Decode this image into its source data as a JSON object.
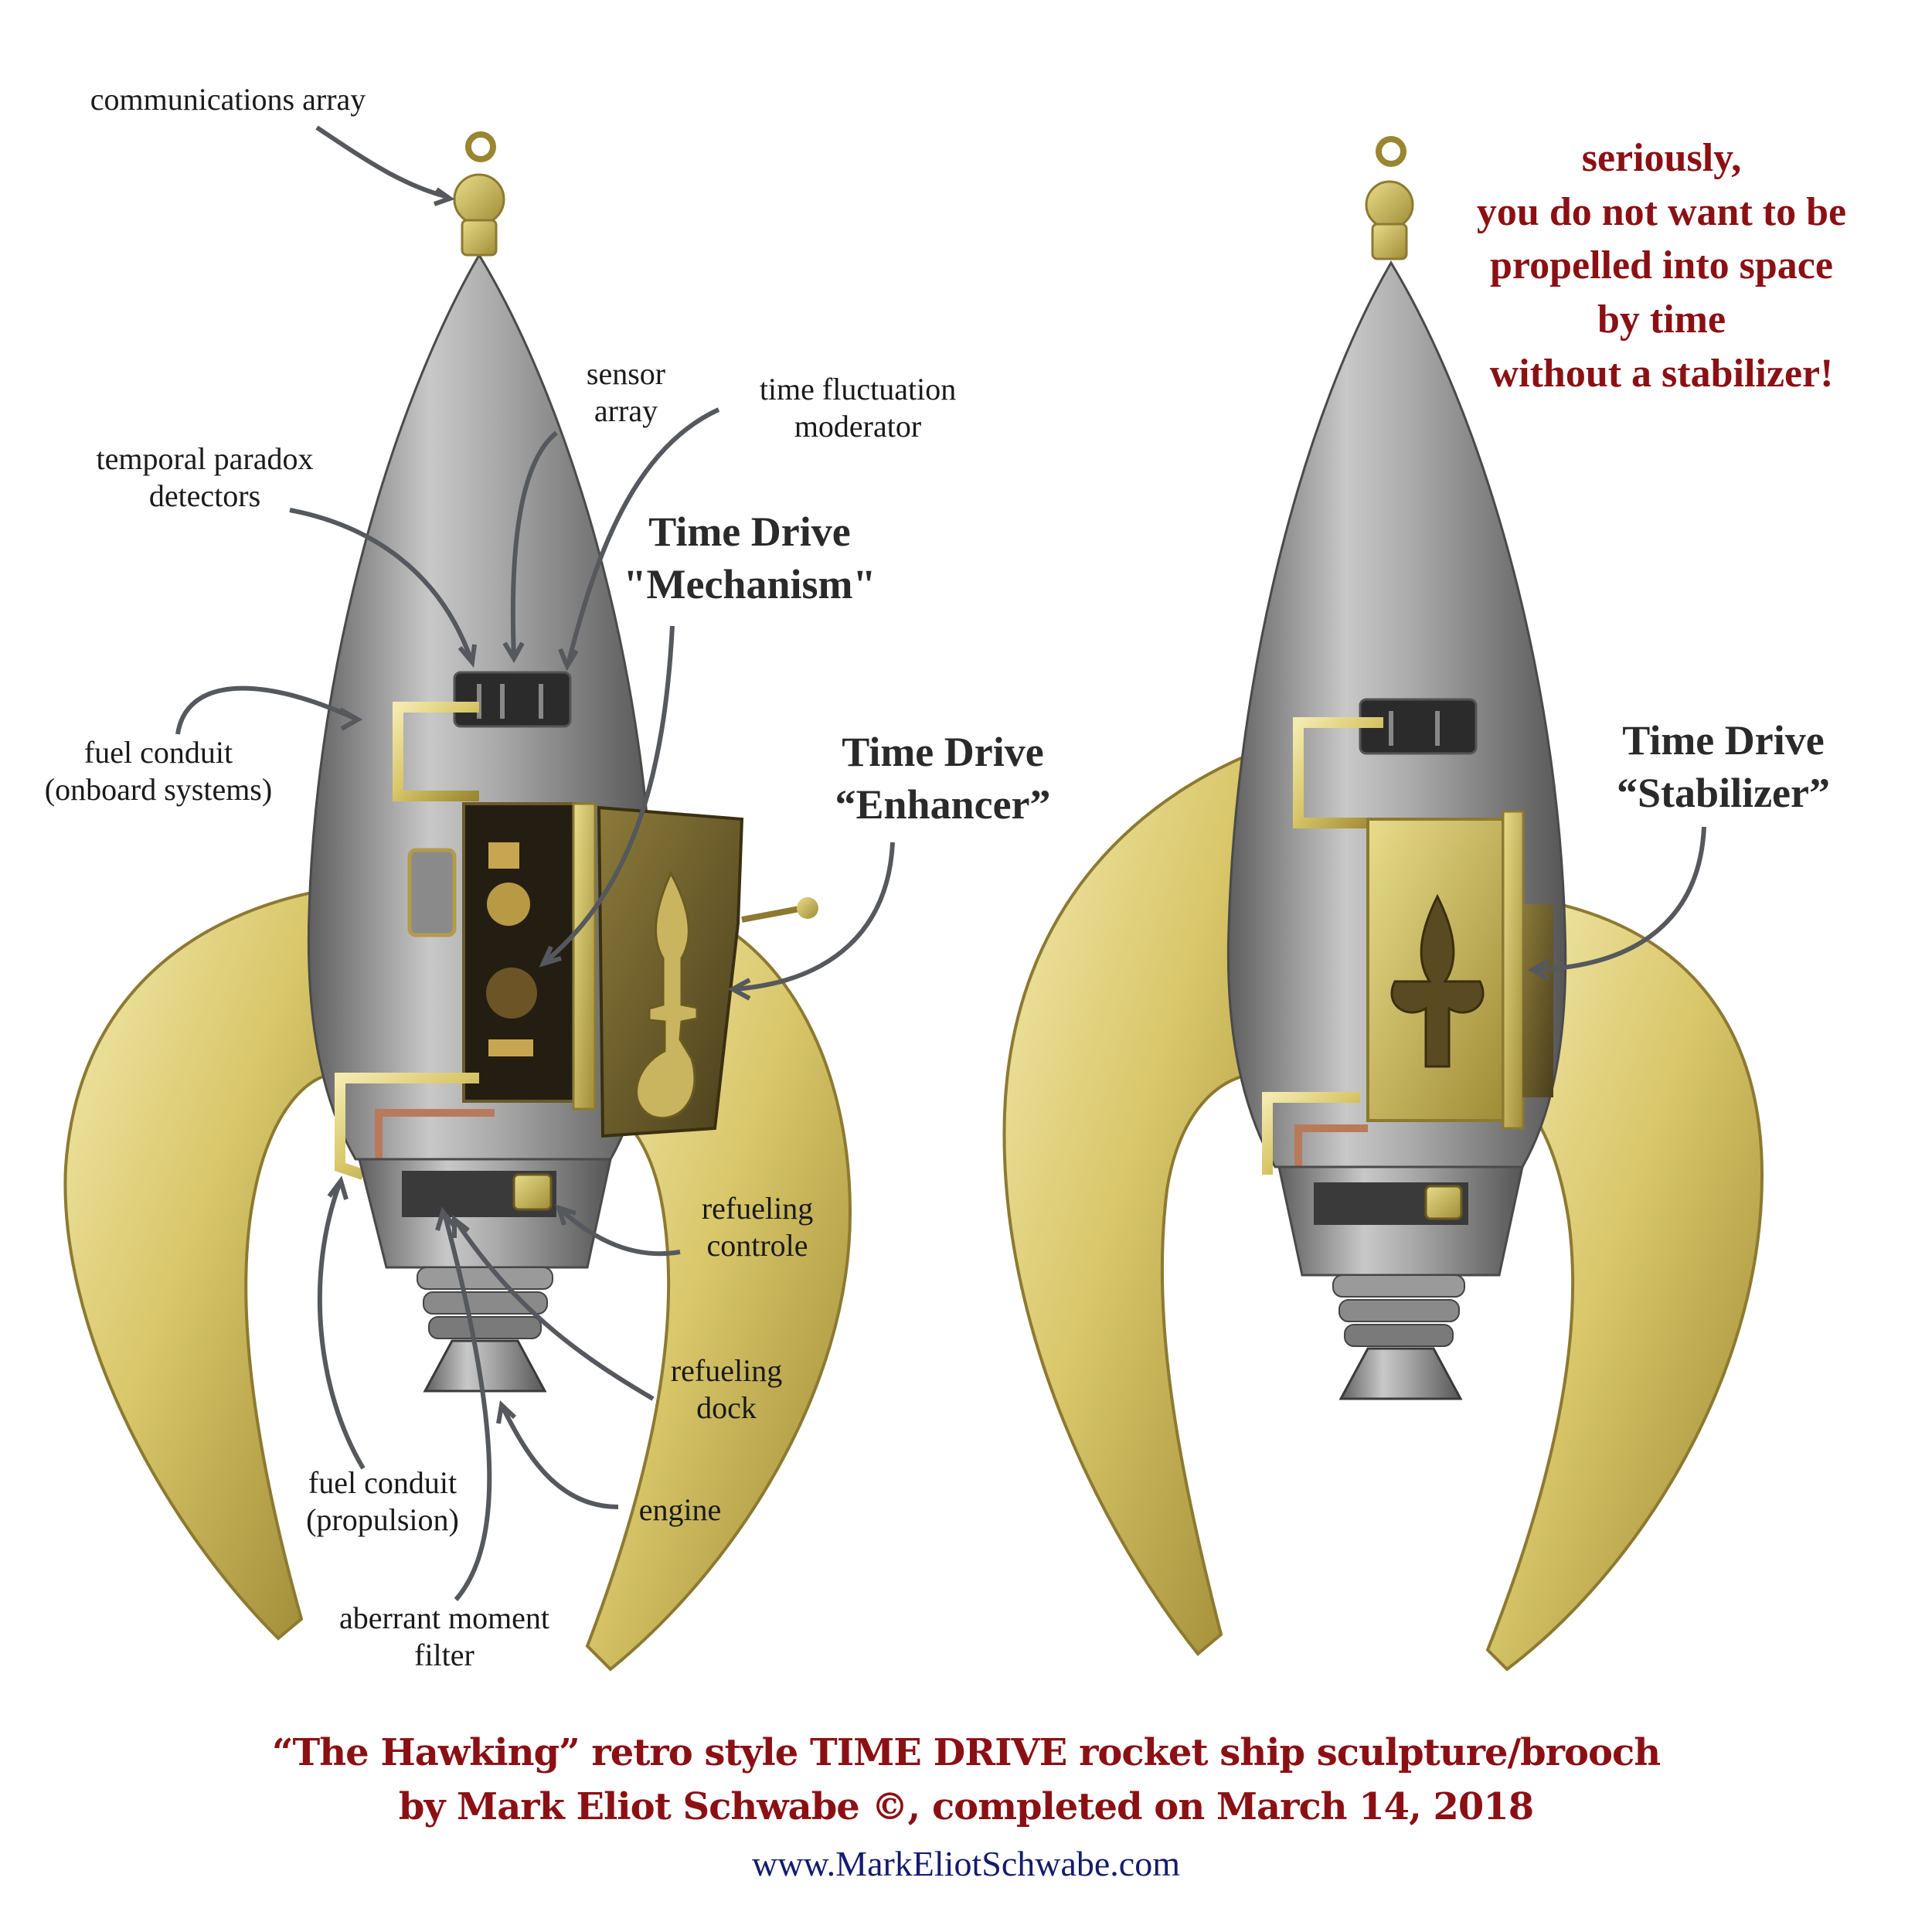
{
  "labels": {
    "communications_array": "communications array",
    "sensor_array": "sensor\narray",
    "time_fluctuation_moderator": "time fluctuation\nmoderator",
    "temporal_paradox_detectors": "temporal paradox\ndetectors",
    "fuel_conduit_onboard": "fuel conduit\n(onboard systems)",
    "time_drive_mechanism": "Time Drive\n\"Mechanism\"",
    "time_drive_enhancer": "Time Drive\n“Enhancer”",
    "time_drive_stabilizer": "Time Drive\n“Stabilizer”",
    "refueling_controle": "refueling\ncontrole",
    "refueling_dock": "refueling\ndock",
    "engine": "engine",
    "fuel_conduit_propulsion": "fuel conduit\n(propulsion)",
    "aberrant_moment_filter": "aberrant moment\nfilter"
  },
  "warning": "seriously,\nyou do not want to be\npropelled into space\nby time\nwithout a stabilizer!",
  "caption": {
    "line1": "“The Hawking” retro style TIME DRIVE rocket ship sculpture/brooch",
    "line2": "by Mark Eliot Schwabe ©, completed on March 14, 2018",
    "url": "www.MarkEliotSchwabe.com"
  },
  "colors": {
    "brass": "#d9c76a",
    "steel": "#a7a7a7",
    "caption_red": "#8b1014",
    "url_blue": "#141b6e",
    "arrow_gray": "#55585c"
  }
}
